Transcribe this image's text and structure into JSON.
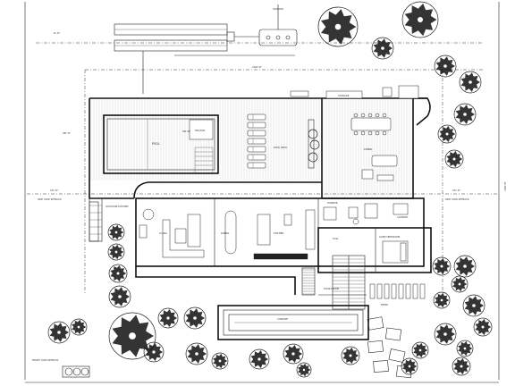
{
  "drawing": {
    "labels": {
      "pool": "POOL",
      "spa": "SPA/TUB",
      "pool_deck": "POOL DECK",
      "dining": "DINING",
      "living": "LIVING",
      "kitchen": "KITCHEN",
      "guest_bedroom": "GUEST BEDROOM",
      "storage": "STORAGE",
      "powder": "POWDER",
      "laundry": "LAUNDRY",
      "side_yard_left": "SIDE YARD SETBACK",
      "side_yard_right": "SIDE YARD SETBACK",
      "front_yard": "FRONT YARD SETBACK",
      "outdoor_kitchen": "OUTDOOR KITCHEN",
      "hall": "HALL",
      "stair_down": "STAIR DOWN",
      "entry": "ENTRY",
      "carport": "CARPORT"
    },
    "dimensions": {
      "top_left": "6'-0\"",
      "overall_top": "100'-0\"",
      "pool_len": "38'-0\"",
      "left_depth": "28'-0\"",
      "setback_left": "15'-0\"",
      "setback_right": "15'-0\"",
      "right_edge": "100'-0\""
    },
    "colors": {
      "line": "#111111",
      "tree_fill": "#111111",
      "background": "#ffffff"
    }
  }
}
